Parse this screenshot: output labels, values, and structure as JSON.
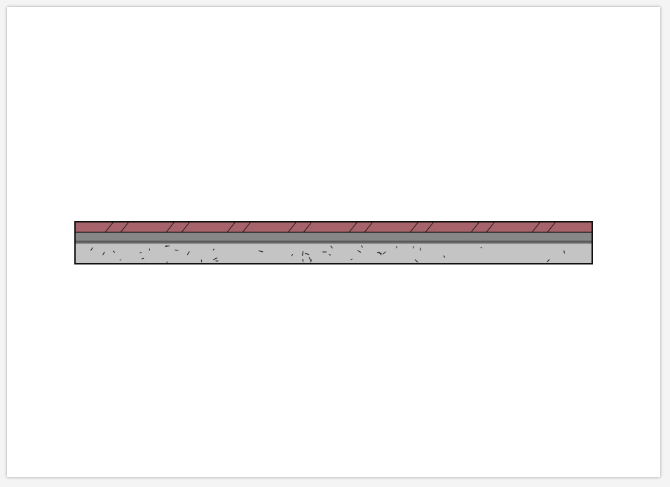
{
  "diagram": {
    "type": "floor-section",
    "layers": [
      {
        "name": "finish",
        "color": "#a7636a",
        "pattern": "diagonal-hatch"
      },
      {
        "name": "membrane",
        "color": "#878787",
        "pattern": "solid"
      },
      {
        "name": "concrete-slab",
        "color": "#c4c4c4",
        "pattern": "concrete"
      }
    ],
    "outline_color": "#111111"
  }
}
